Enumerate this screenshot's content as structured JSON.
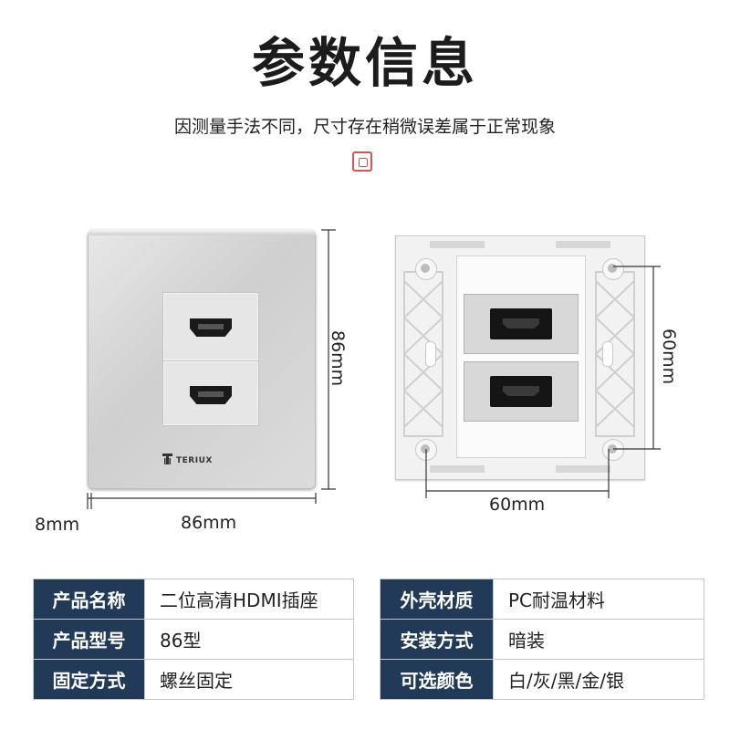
{
  "title": "参数信息",
  "subtitle": "因测量手法不同，尺寸存在稍微误差属于正常现象",
  "product": {
    "brand": "TERIUX",
    "front_height": "86mm",
    "front_width": "86mm",
    "front_depth": "8mm",
    "back_height": "60mm",
    "back_width": "60mm"
  },
  "spec_left": [
    {
      "key": "产品名称",
      "value": "二位高清HDMI插座"
    },
    {
      "key": "产品型号",
      "value": "86型"
    },
    {
      "key": "固定方式",
      "value": "螺丝固定"
    }
  ],
  "spec_right": [
    {
      "key": "外壳材质",
      "value": "PC耐温材料"
    },
    {
      "key": "安装方式",
      "value": "暗装"
    },
    {
      "key": "可选颜色",
      "value": "白/灰/黑/金/银"
    }
  ],
  "colors": {
    "table_header": "#203a57",
    "accent": "#d9534f"
  }
}
